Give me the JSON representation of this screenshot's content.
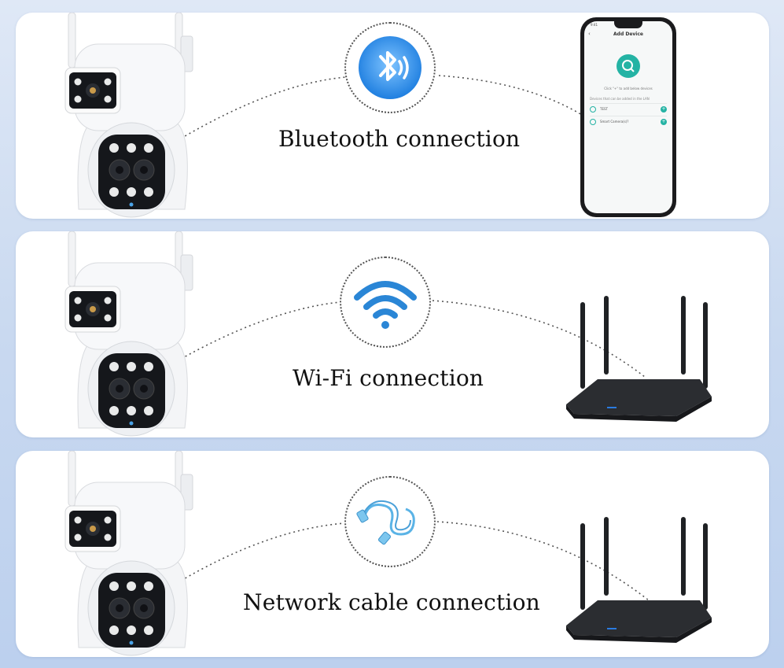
{
  "panels": [
    {
      "label": "Bluetooth connection",
      "icon": "bluetooth-icon",
      "target": "smartphone-app"
    },
    {
      "label": "Wi-Fi connection",
      "icon": "wifi-icon",
      "target": "router"
    },
    {
      "label": "Network cable connection",
      "icon": "ethernet-cable-icon",
      "target": "router"
    }
  ],
  "phone": {
    "title": "Add Device",
    "status_time": "9:41",
    "hint": "Click \"+\" to add below devices",
    "subhint": "Devices that can be added in the LAN",
    "rows": [
      "TEST",
      "Smart Camera(s)?"
    ]
  },
  "colors": {
    "bluetooth": "#2f8ee8",
    "wifi": "#2a86d6",
    "cable": "#5ab3e6",
    "app_accent": "#24b3a4"
  }
}
